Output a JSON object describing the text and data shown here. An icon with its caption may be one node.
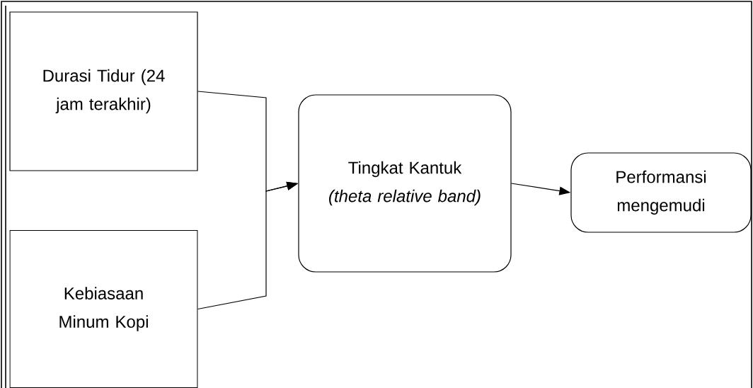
{
  "diagram": {
    "nodes": [
      {
        "text": [
          "Durasi Tidur (24 jam terakhir)"
        ]
      },
      {
        "text": [
          "Kebiasaan Minum Kopi"
        ]
      },
      {
        "text": [
          "Tingkat Kantuk",
          "(theta relative band)"
        ]
      },
      {
        "text": [
          "Performansi mengemudi"
        ]
      }
    ],
    "edges": [
      {
        "from": 0,
        "to": 2,
        "arrow": "to"
      },
      {
        "from": 1,
        "to": 2,
        "arrow": "to"
      },
      {
        "from": 2,
        "to": 3,
        "arrow": "to"
      }
    ]
  }
}
